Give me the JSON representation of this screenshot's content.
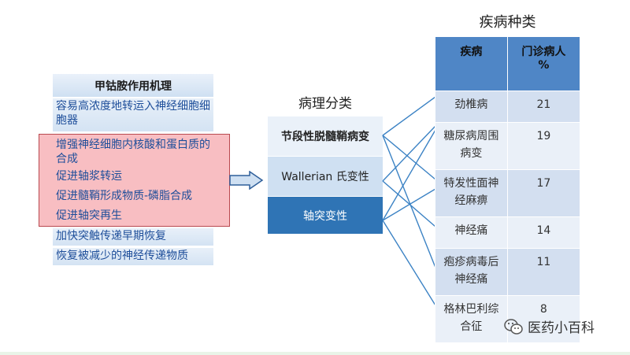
{
  "mechanism": {
    "header": "甲钴胺作用机理",
    "items": [
      "容易高浓度地转运入神经细胞细胞器",
      "增强神经细胞内核酸和蛋白质的合成",
      "促进轴浆转运",
      "促进髓鞘形成物质-磷脂合成",
      "促进轴突再生",
      "加快突触传递早期恢复",
      "恢复被减少的神经传递物质"
    ]
  },
  "pathology": {
    "title": "病理分类",
    "items": [
      "节段性脱髓鞘病变",
      "Wallerian 氏变性",
      "轴突变性"
    ]
  },
  "diseases": {
    "title": "疾病种类",
    "col_disease": "疾病",
    "col_percent_line1": "门诊病人",
    "col_percent_line2": "%",
    "rows": [
      {
        "name": "劲椎病",
        "pct": "21"
      },
      {
        "name": "糖尿病周围病变",
        "pct": "19"
      },
      {
        "name": "特发性面神经麻痹",
        "pct": "17"
      },
      {
        "name": "神经痛",
        "pct": "14"
      },
      {
        "name": "疱疹病毒后神经痛",
        "pct": "11"
      },
      {
        "name": "格林巴利综合征",
        "pct": "8"
      }
    ]
  },
  "watermark": "医药小百科",
  "colors": {
    "highlight": "#f06e78",
    "dark_blue": "#2f74b5",
    "header_blue": "#4f86c6",
    "link_line": "#3b82c4"
  }
}
